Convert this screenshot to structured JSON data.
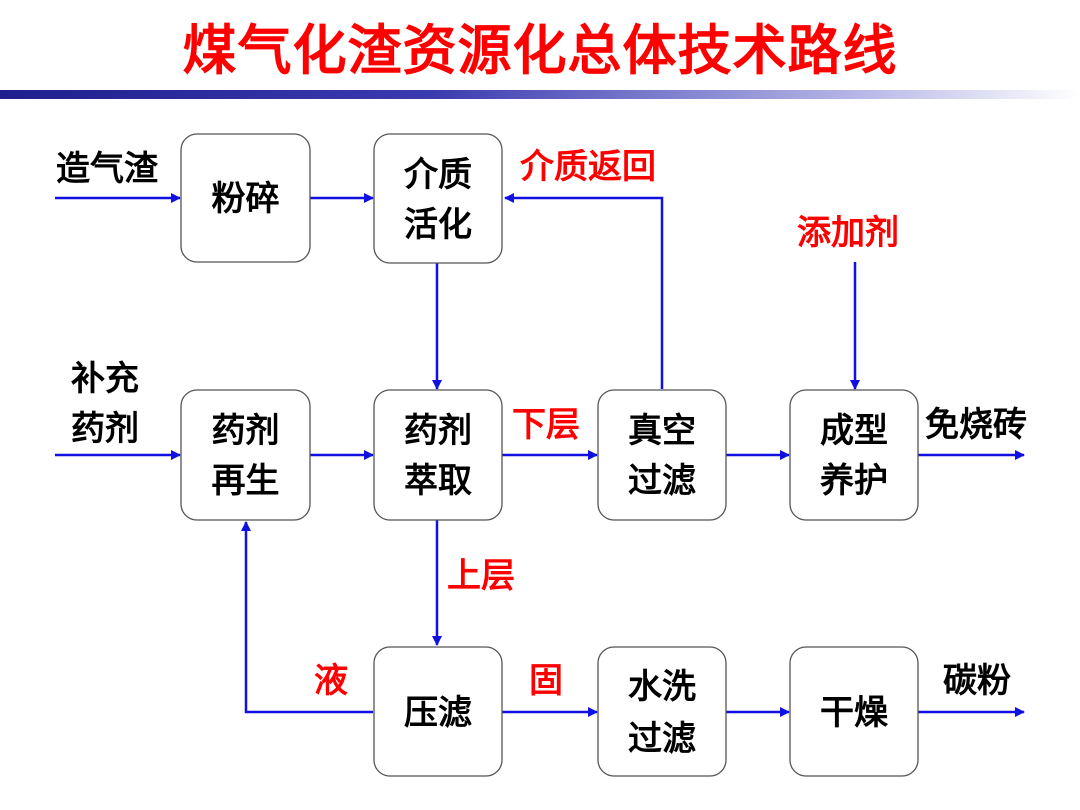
{
  "title": "煤气化渣资源化总体技术路线",
  "colors": {
    "title": "#ff0000",
    "arrow": "#1010e0",
    "node_border": "#555555",
    "red_label": "#ff0000"
  },
  "nodes": {
    "crush": {
      "line1": "粉碎"
    },
    "activate": {
      "line1": "介质",
      "line2": "活化"
    },
    "regen": {
      "line1": "药剂",
      "line2": "再生"
    },
    "extract": {
      "line1": "药剂",
      "line2": "萃取"
    },
    "vacfilter": {
      "line1": "真空",
      "line2": "过滤"
    },
    "molding": {
      "line1": "成型",
      "line2": "养护"
    },
    "press": {
      "line1": "压滤"
    },
    "wash": {
      "line1": "水洗",
      "line2": "过滤"
    },
    "dry": {
      "line1": "干燥"
    }
  },
  "labels": {
    "slag": "造气渣",
    "supplement_line1": "补充",
    "supplement_line2": "药剂",
    "medium_return": "介质返回",
    "additive": "添加剂",
    "lower_layer": "下层",
    "upper_layer": "上层",
    "brick": "免烧砖",
    "liquid": "液",
    "solid": "固",
    "carbon_powder": "碳粉"
  }
}
